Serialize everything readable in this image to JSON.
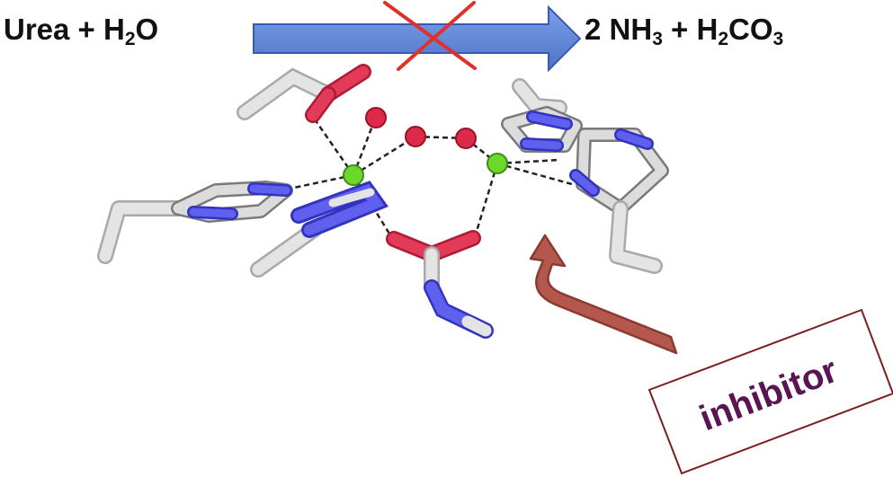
{
  "equation": {
    "reactant": "Urea",
    "plus_left": " + ",
    "water_h": "H",
    "water_sub": "2",
    "water_o": "O",
    "product_coef": "2 NH",
    "ammonia_sub": "3",
    "plus_right": " + ",
    "acid_h": "H",
    "acid_h_sub": "2",
    "acid_co": "CO",
    "acid_co_sub": "3"
  },
  "label": {
    "inhibitor": "inhibitor"
  },
  "colors": {
    "arrow_fill": "#5b84d6",
    "arrow_stroke": "#3a5ab2",
    "cross": "#e0302a",
    "inhibitor_arrow": "#b4574c",
    "inhibitor_box": "#7a1f1f",
    "inhibitor_text": "#5a1454",
    "carbon": "#dadada",
    "nitrogen": "#5a5ae8",
    "oxygen": "#dc2a48",
    "nickel": "#6bd82a"
  },
  "icons": [
    "reaction-arrow-icon",
    "blocked-cross-icon",
    "inhibitor-arrow-icon"
  ]
}
